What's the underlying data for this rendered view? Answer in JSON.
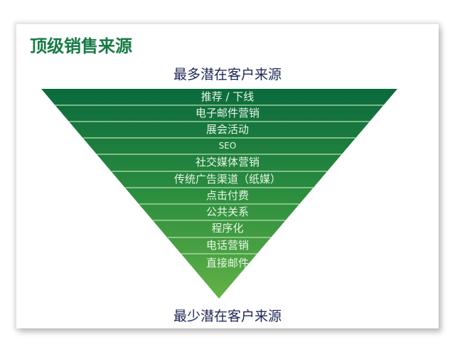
{
  "title": "顶级销售来源",
  "top_label": "最多潜在客户来源",
  "bottom_label": "最少潜在客户来源",
  "colors": {
    "title": "#167a45",
    "labels": "#1d2756",
    "funnel_top": "#0b6a3d",
    "funnel_bottom": "#5fb046",
    "separator": "#b9e3b2",
    "row_text": "#eaf6e6"
  },
  "funnel": {
    "rows": [
      {
        "label": "推荐 / 下线"
      },
      {
        "label": "电子邮件营销"
      },
      {
        "label": "展会活动"
      },
      {
        "label": "SEO"
      },
      {
        "label": "社交媒体营销"
      },
      {
        "label": "传统广告渠道（纸媒）"
      },
      {
        "label": "点击付费"
      },
      {
        "label": "公共关系"
      },
      {
        "label": "程序化"
      },
      {
        "label": "电话营销"
      },
      {
        "label": "直接邮件"
      }
    ]
  }
}
